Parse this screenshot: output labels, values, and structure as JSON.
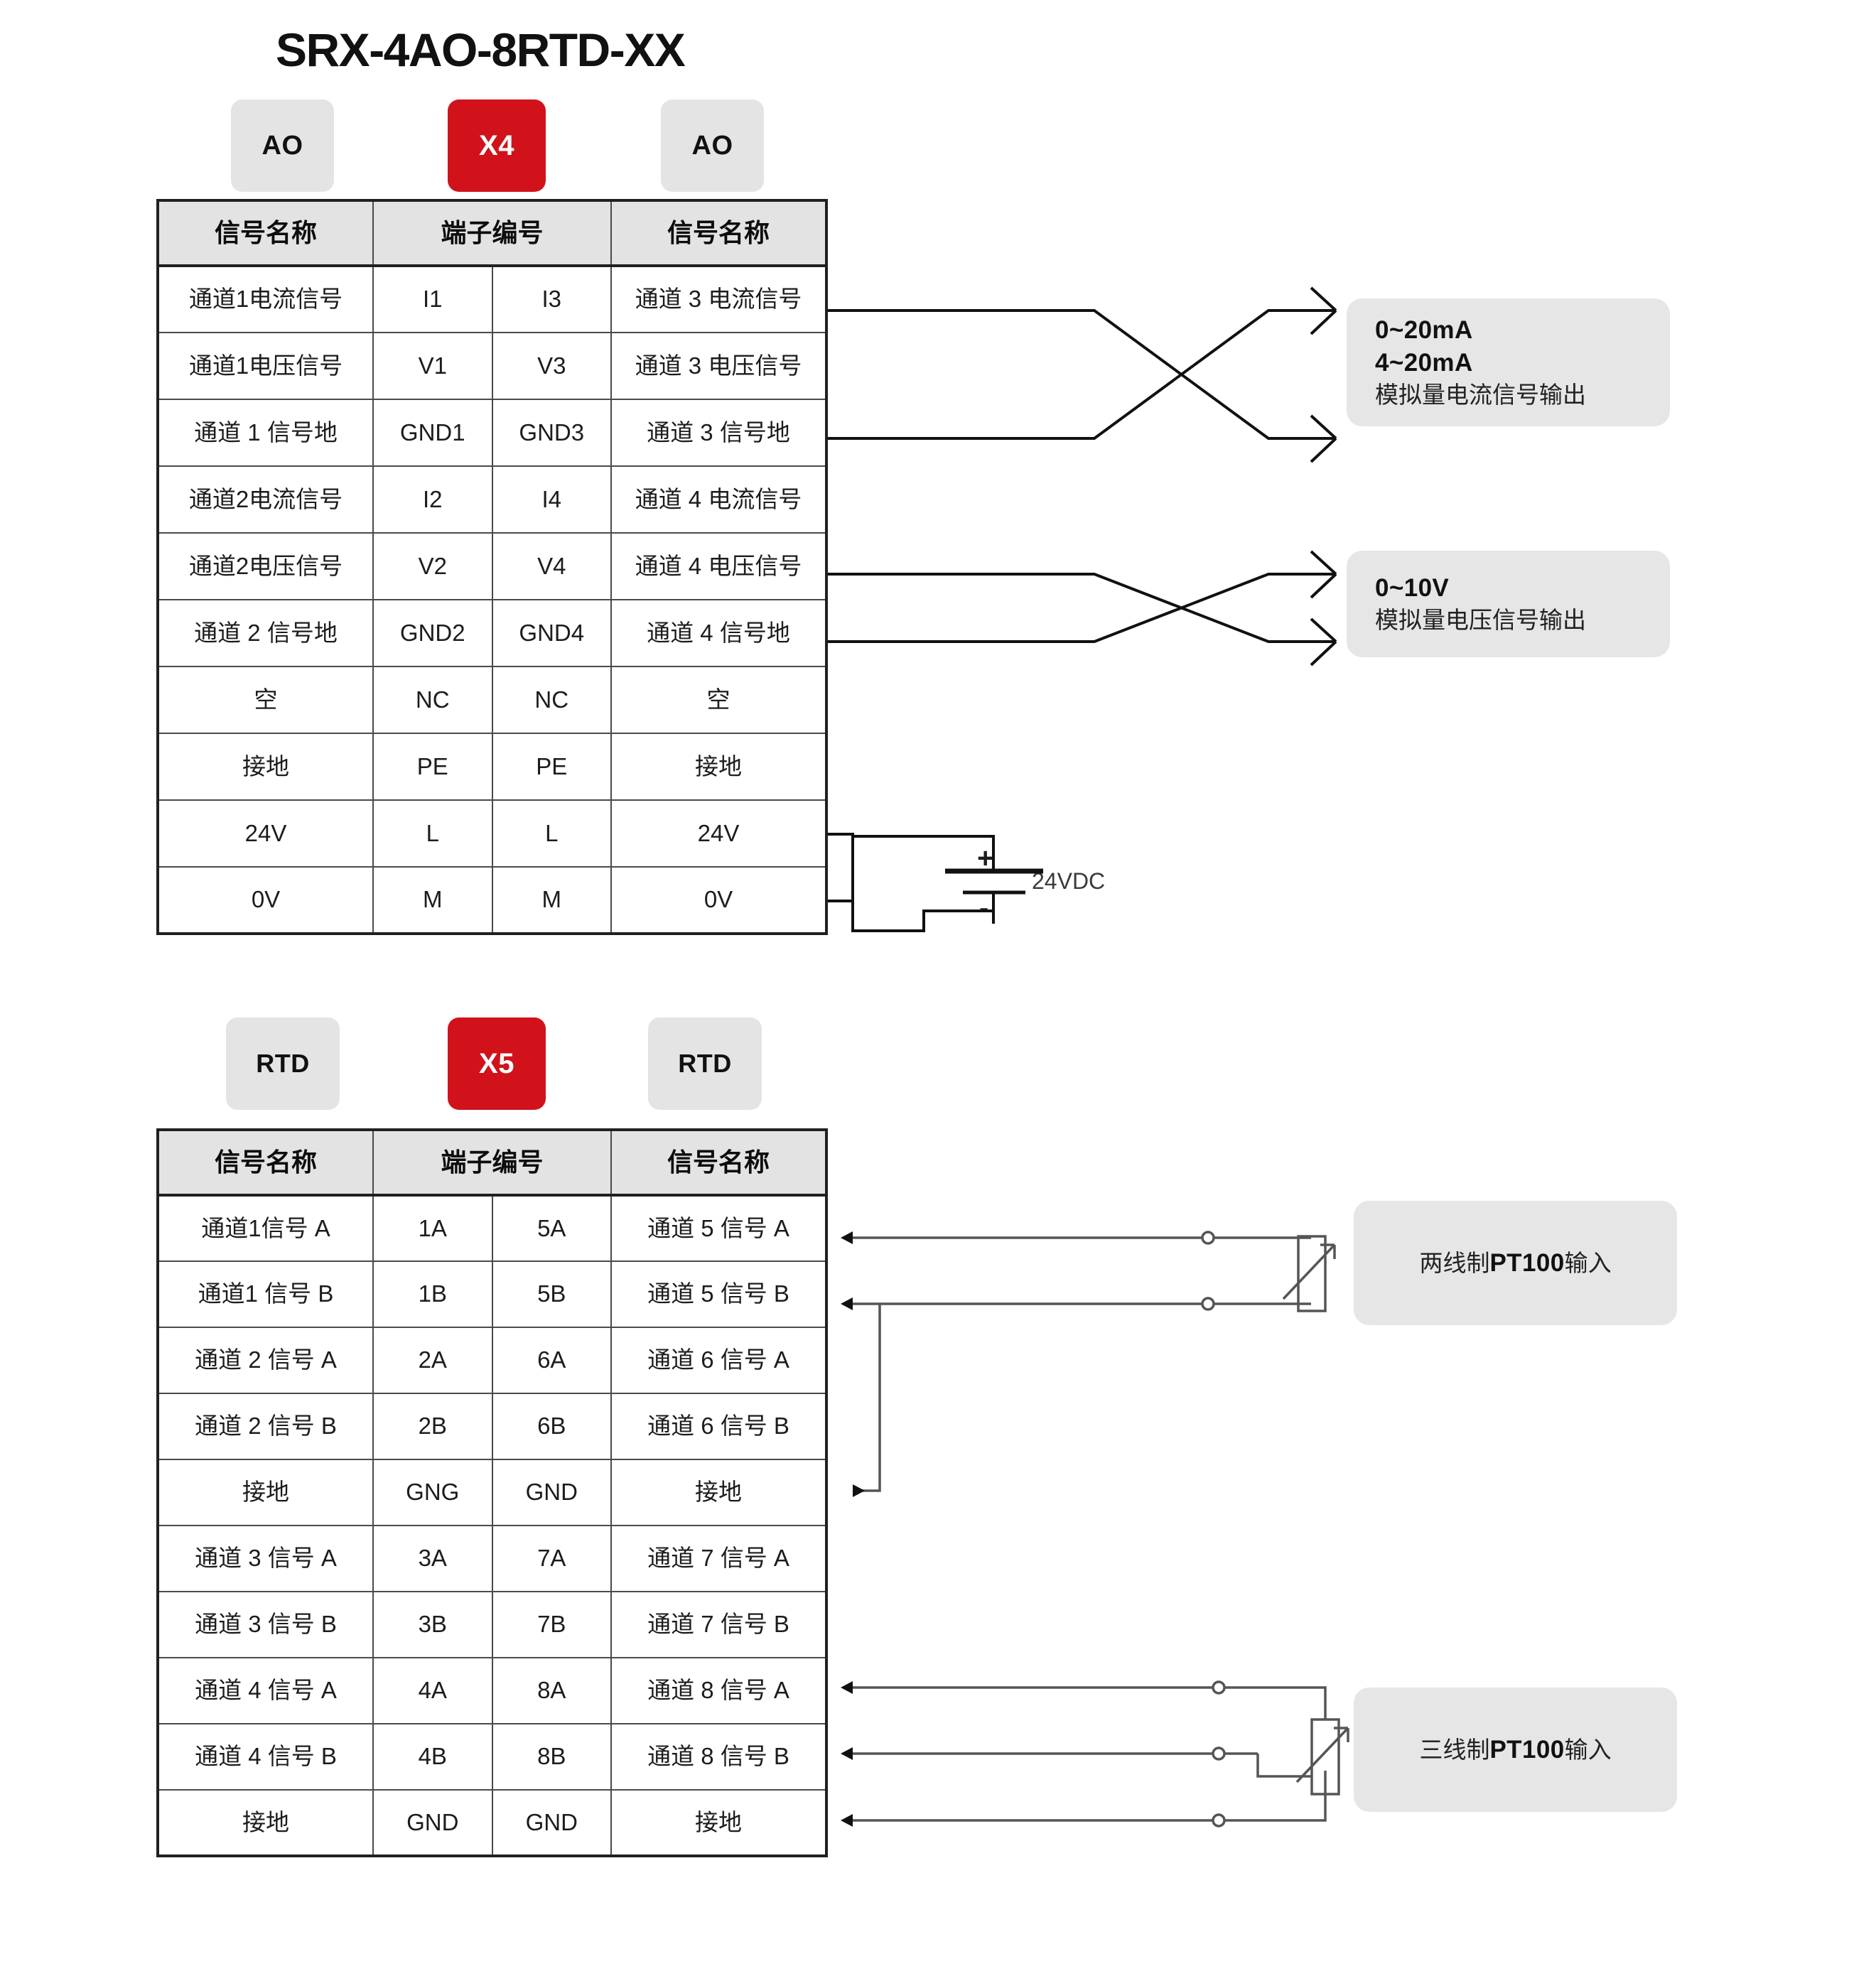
{
  "title": "SRX-4AO-8RTD-XX",
  "section_ao": {
    "badges": [
      {
        "label": "AO",
        "style": "grey"
      },
      {
        "label": "X4",
        "style": "red"
      },
      {
        "label": "AO",
        "style": "grey"
      }
    ],
    "table": {
      "headers": [
        "信号名称",
        "端子编号",
        "信号名称"
      ],
      "rows": [
        {
          "left": "通道1电流信号",
          "t1": "I1",
          "t2": "I3",
          "right": "通道 3 电流信号"
        },
        {
          "left": "通道1电压信号",
          "t1": "V1",
          "t2": "V3",
          "right": "通道 3 电压信号"
        },
        {
          "left": "通道 1 信号地",
          "t1": "GND1",
          "t2": "GND3",
          "right": "通道 3 信号地"
        },
        {
          "left": "通道2电流信号",
          "t1": "I2",
          "t2": "I4",
          "right": "通道 4 电流信号"
        },
        {
          "left": "通道2电压信号",
          "t1": "V2",
          "t2": "V4",
          "right": "通道 4 电压信号"
        },
        {
          "left": "通道 2 信号地",
          "t1": "GND2",
          "t2": "GND4",
          "right": "通道 4 信号地"
        },
        {
          "left": "空",
          "t1": "NC",
          "t2": "NC",
          "right": "空"
        },
        {
          "left": "接地",
          "t1": "PE",
          "t2": "PE",
          "right": "接地"
        },
        {
          "left": "24V",
          "t1": "L",
          "t2": "L",
          "right": "24V"
        },
        {
          "left": "0V",
          "t1": "M",
          "t2": "M",
          "right": "0V"
        }
      ]
    },
    "callouts": [
      {
        "line1": "0~20mA",
        "line2": "4~20mA",
        "line3": "模拟量电流信号输出"
      },
      {
        "line1": "0~10V",
        "line3": "模拟量电压信号输出"
      }
    ],
    "power": {
      "label": "24VDC",
      "plus": "+",
      "minus": "-"
    }
  },
  "section_rtd": {
    "badges": [
      {
        "label": "RTD",
        "style": "grey"
      },
      {
        "label": "X5",
        "style": "red"
      },
      {
        "label": "RTD",
        "style": "grey"
      }
    ],
    "table": {
      "headers": [
        "信号名称",
        "端子编号",
        "信号名称"
      ],
      "rows": [
        {
          "left": "通道1信号 A",
          "t1": "1A",
          "t2": "5A",
          "right": "通道 5 信号 A"
        },
        {
          "left": "通道1 信号 B",
          "t1": "1B",
          "t2": "5B",
          "right": "通道 5 信号 B"
        },
        {
          "left": "通道 2 信号 A",
          "t1": "2A",
          "t2": "6A",
          "right": "通道 6 信号 A"
        },
        {
          "left": "通道 2 信号 B",
          "t1": "2B",
          "t2": "6B",
          "right": "通道 6 信号 B"
        },
        {
          "left": "接地",
          "t1": "GNG",
          "t2": "GND",
          "right": "接地"
        },
        {
          "left": "通道 3 信号 A",
          "t1": "3A",
          "t2": "7A",
          "right": "通道 7 信号 A"
        },
        {
          "left": "通道 3 信号 B",
          "t1": "3B",
          "t2": "7B",
          "right": "通道 7 信号 B"
        },
        {
          "left": "通道 4 信号 A",
          "t1": "4A",
          "t2": "8A",
          "right": "通道 8 信号 A"
        },
        {
          "left": "通道 4 信号 B",
          "t1": "4B",
          "t2": "8B",
          "right": "通道 8 信号 B"
        },
        {
          "left": "接地",
          "t1": "GND",
          "t2": "GND",
          "right": "接地"
        }
      ]
    },
    "callouts": [
      {
        "pre": "两线制 ",
        "strong": "PT100",
        "post": " 输入"
      },
      {
        "pre": "三线制 ",
        "strong": "PT100",
        "post": " 输入"
      }
    ]
  },
  "colors": {
    "brand_red": "#d1121a",
    "badge_grey": "#e4e4e4",
    "callout_grey": "#e6e6e6",
    "table_border": "#231f20",
    "header_fill": "#e3e3e3"
  }
}
